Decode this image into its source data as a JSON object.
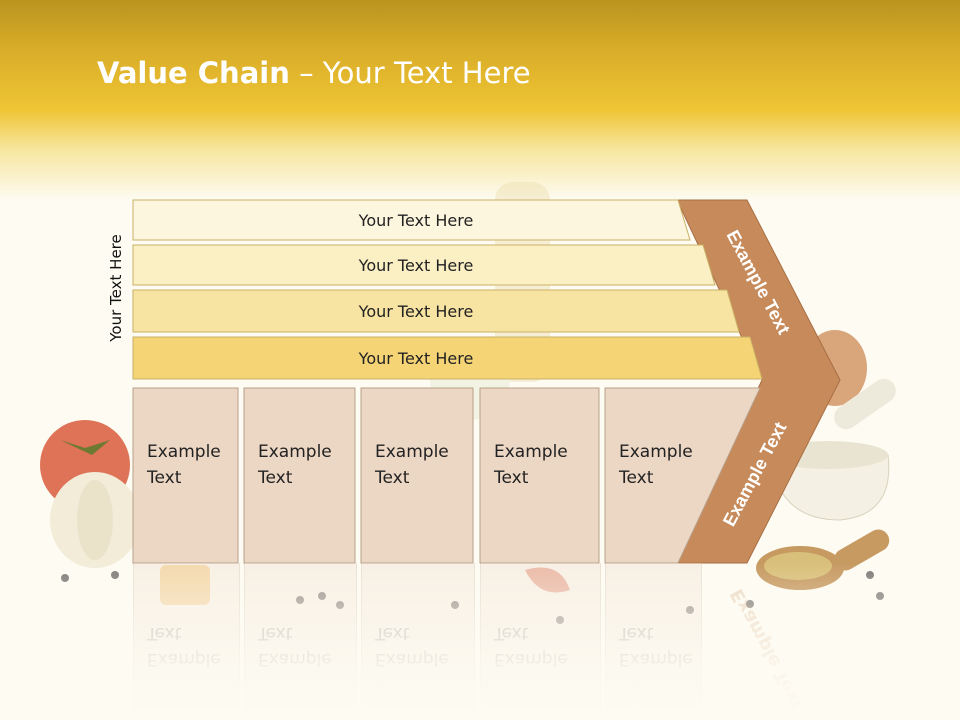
{
  "slide": {
    "title_bold": "Value Chain",
    "title_rest": " – Your Text Here",
    "vertical_label": "Your Text Here"
  },
  "bars": [
    {
      "label": "Your Text Here",
      "fill": "#fcf6de"
    },
    {
      "label": "Your Text Here",
      "fill": "#fbefc4"
    },
    {
      "label": "Your Text Here",
      "fill": "#f8e4a2"
    },
    {
      "label": "Your Text Here",
      "fill": "#f5d476"
    }
  ],
  "boxes": [
    {
      "line1": "Example",
      "line2": "Text"
    },
    {
      "line1": "Example",
      "line2": "Text"
    },
    {
      "line1": "Example",
      "line2": "Text"
    },
    {
      "line1": "Example",
      "line2": "Text"
    },
    {
      "line1": "Example",
      "line2": "Text"
    }
  ],
  "chevron": {
    "top_label": "Example Text",
    "bottom_label": "Example Text",
    "color": "#c78a5a"
  },
  "colors": {
    "box_fill": "#ecd7c5",
    "box_stroke": "#b7a08a",
    "bar_stroke": "#c9b165",
    "header_gold": "#efc535"
  }
}
